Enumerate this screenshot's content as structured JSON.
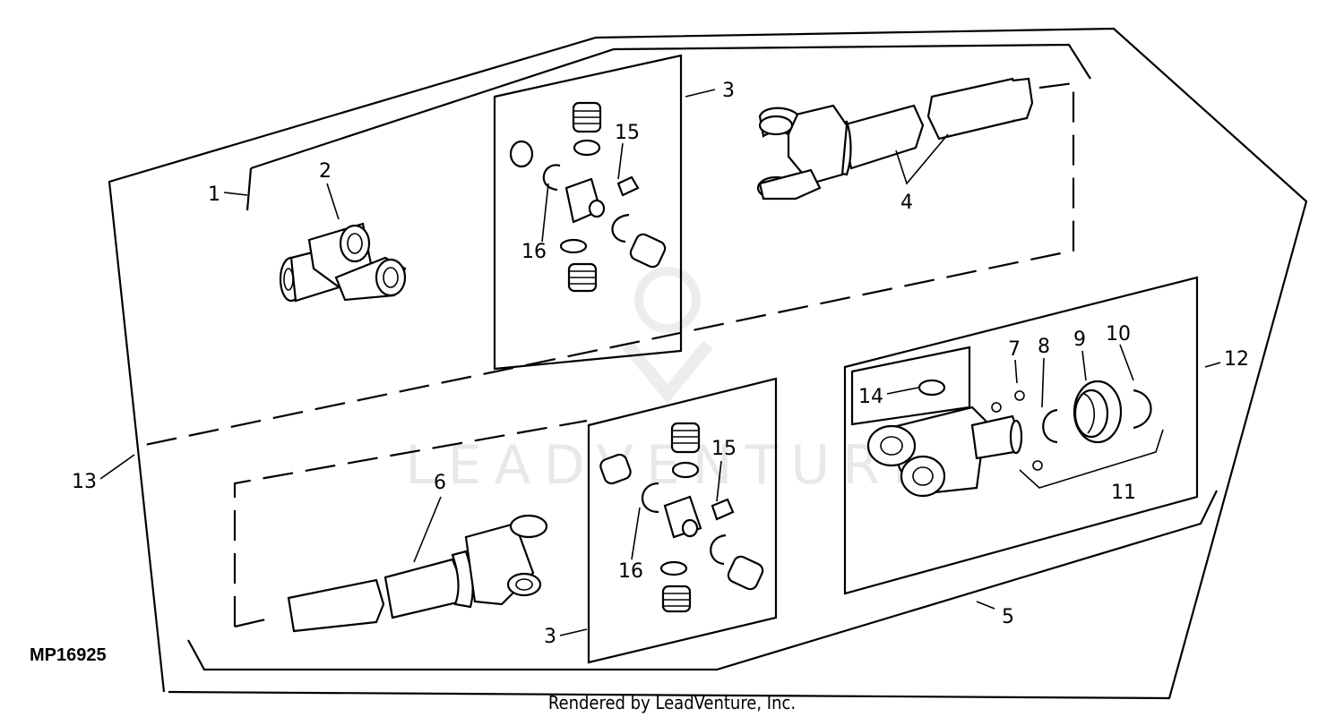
{
  "figure": {
    "code": "MP16925",
    "footer": "Rendered by LeadVenture, Inc.",
    "watermark": "LEADVENTURE"
  },
  "callouts": {
    "c1": "1",
    "c2": "2",
    "c3_top": "3",
    "c3_bottom": "3",
    "c4": "4",
    "c5": "5",
    "c6": "6",
    "c7": "7",
    "c8": "8",
    "c9": "9",
    "c10": "10",
    "c11": "11",
    "c12": "12",
    "c13": "13",
    "c14": "14",
    "c15_top": "15",
    "c15_bottom": "15",
    "c16_top": "16",
    "c16_bottom": "16"
  }
}
